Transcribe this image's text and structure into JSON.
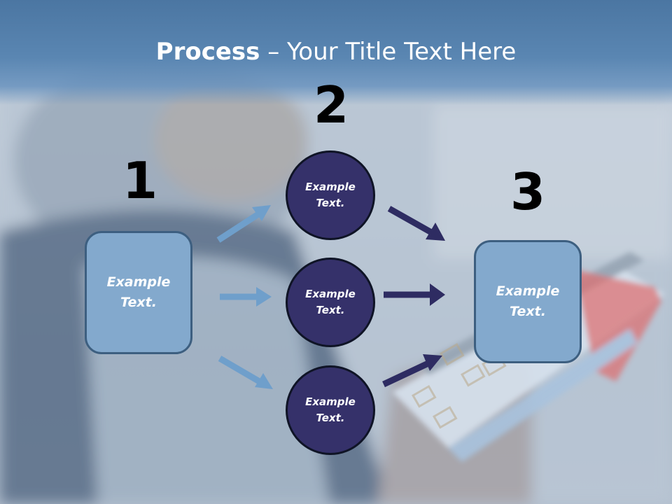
{
  "slide": {
    "title_bold": "Process",
    "title_separator": " – ",
    "title_rest": "Your Title Text Here"
  },
  "steps": {
    "left": {
      "number": "1",
      "text": "Example Text."
    },
    "middle": {
      "number": "2",
      "items": [
        {
          "text": "Example Text."
        },
        {
          "text": "Example Text."
        },
        {
          "text": "Example Text."
        }
      ]
    },
    "right": {
      "number": "3",
      "text": "Example Text."
    }
  },
  "colors": {
    "light_box": "#83a9cd",
    "dark_circle": "#35316a",
    "light_arrow": "#6f9fcb",
    "dark_arrow": "#2e2c62",
    "title_band": "#5a86b2"
  }
}
